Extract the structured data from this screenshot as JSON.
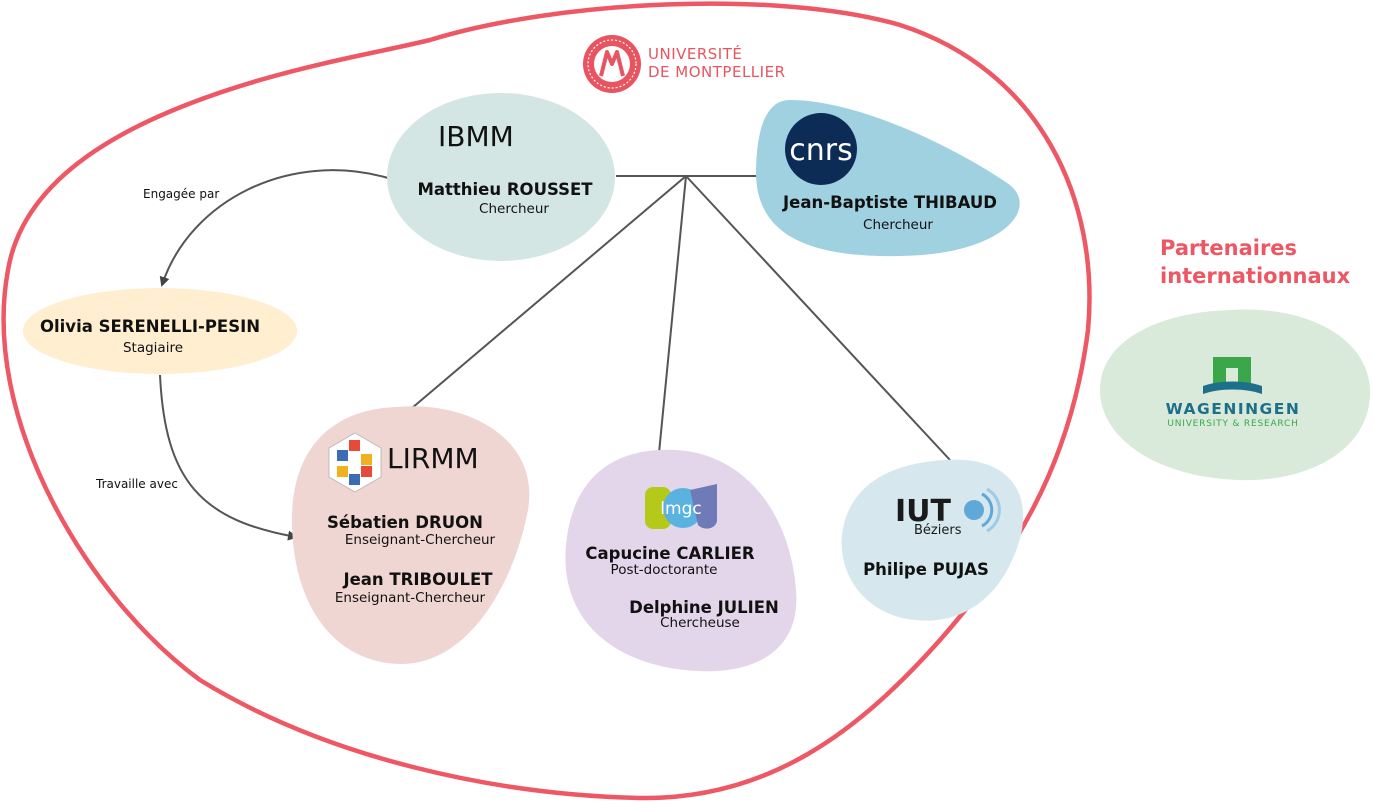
{
  "university": {
    "line1": "UNIVERSITÉ",
    "line2": "DE MONTPELLIER",
    "color": "#e8545f"
  },
  "partners": {
    "title_line1": "Partenaires",
    "title_line2": "internationnaux",
    "color": "#ec5763",
    "wageningen": {
      "line1": "WAGENINGEN",
      "line2": "UNIVERSITY & RESEARCH"
    }
  },
  "nodes": {
    "ibmm": {
      "institution": "IBMM",
      "fill": "#d3e6e3",
      "person": {
        "name": "Matthieu ROUSSET",
        "role": "Chercheur"
      }
    },
    "cnrs": {
      "logo_text": "cnrs",
      "fill": "#a0d1e0",
      "person": {
        "name": "Jean-Baptiste THIBAUD",
        "role": "Chercheur"
      }
    },
    "intern": {
      "fill": "#ffeed0",
      "person": {
        "name": "Olivia SERENELLI-PESIN",
        "role": "Stagiaire"
      }
    },
    "lirmm": {
      "institution": "LIRMM",
      "fill": "#f0d6d2",
      "people": [
        {
          "name": "Sébatien DRUON",
          "role": "Enseignant-Chercheur"
        },
        {
          "name": "Jean TRIBOULET",
          "role": "Enseignant-Chercheur"
        }
      ]
    },
    "lmgc": {
      "logo_text": "lmgc",
      "fill": "#e4d6ea",
      "people": [
        {
          "name": "Capucine CARLIER",
          "role": "Post-doctorante"
        },
        {
          "name": "Delphine JULIEN",
          "role": "Chercheuse"
        }
      ]
    },
    "iut": {
      "logo_text": "IUT",
      "logo_sub": "Béziers",
      "fill": "#d6e8ee",
      "person": {
        "name": "Philipe PUJAS"
      }
    }
  },
  "edges": {
    "engaged_by": "Engagée par",
    "works_with": "Travaille avec"
  },
  "colors": {
    "boundary": "#ee5865",
    "lines": "#555555",
    "wageningen_fill": "#d9eadb"
  }
}
